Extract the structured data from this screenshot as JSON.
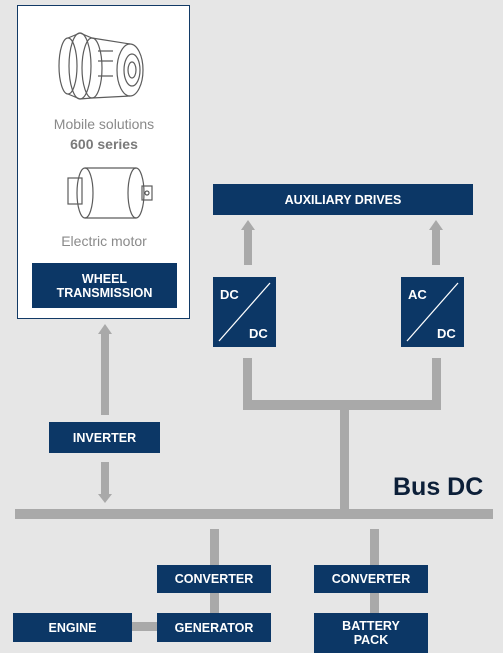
{
  "panel": {
    "caption_mobile_line1": "Mobile solutions",
    "caption_mobile_line2": "600 series",
    "caption_motor": "Electric motor",
    "wheel_line1": "WHEEL",
    "wheel_line2": "TRANSMISSION"
  },
  "boxes": {
    "auxiliary": "AUXILIARY DRIVES",
    "inverter": "INVERTER",
    "converter_left": "CONVERTER",
    "converter_right": "CONVERTER",
    "engine": "ENGINE",
    "generator": "GENERATOR",
    "battery_line1": "BATTERY",
    "battery_line2": "PACK"
  },
  "converters": {
    "dc_dc_top": "DC",
    "dc_dc_bottom": "DC",
    "ac_dc_top": "AC",
    "ac_dc_bottom": "DC"
  },
  "bus_label": "Bus DC",
  "colors": {
    "navy": "#0c3766",
    "line_gray": "#a9a9a9",
    "background": "#e6e6e6"
  }
}
